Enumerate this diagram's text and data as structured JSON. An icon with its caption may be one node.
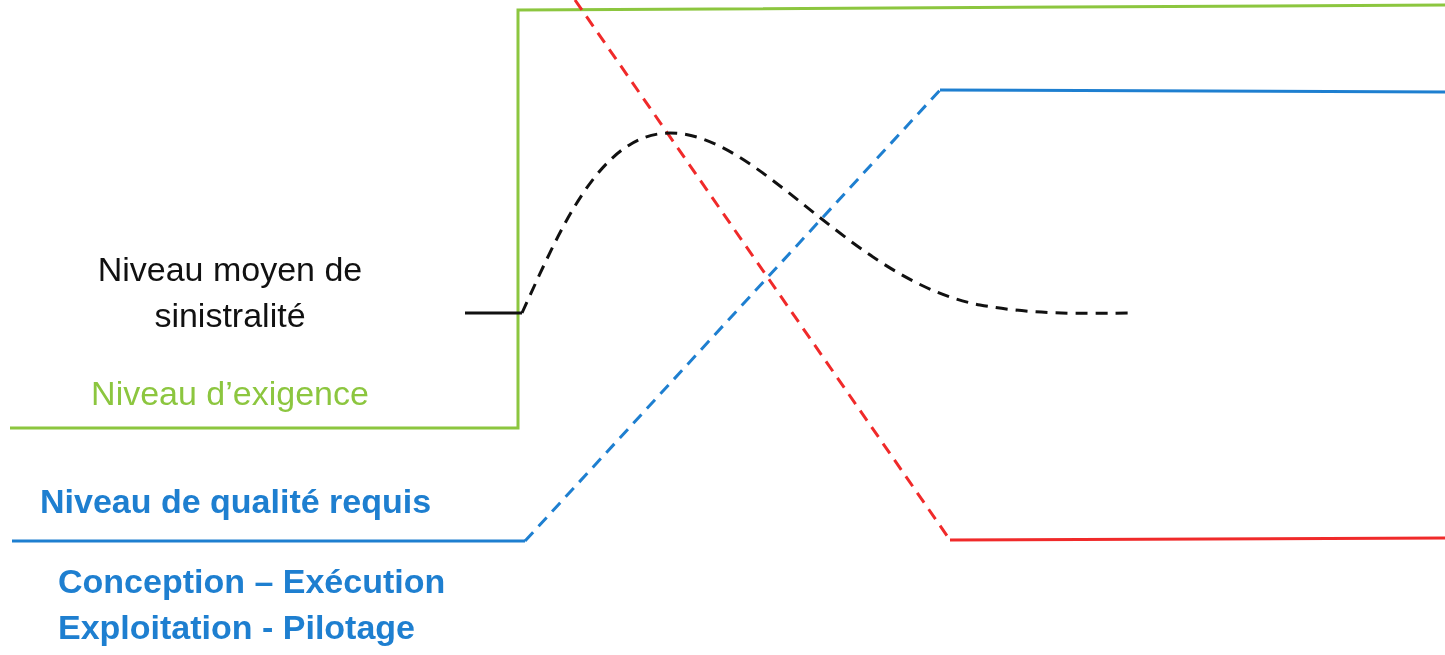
{
  "diagram": {
    "labels": [
      "Niveau moyen de sinistralité",
      "Niveau d’exigence",
      "Niveau de qualité requis",
      "Conception – Exécution Exploitation - Pilotage"
    ]
  }
}
